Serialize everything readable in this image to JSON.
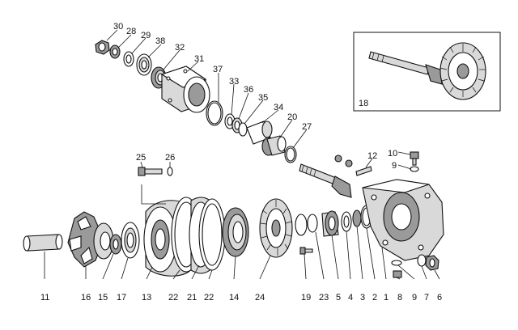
{
  "labels": {
    "l30": "30",
    "l28": "28",
    "l29": "29",
    "l38": "38",
    "l32": "32",
    "l31": "31",
    "l37": "37",
    "l33": "33",
    "l36": "36",
    "l35": "35",
    "l34": "34",
    "l20": "20",
    "l27": "27",
    "l12": "12",
    "l10": "10",
    "l9a": "9",
    "l18": "18",
    "l25": "25",
    "l26": "26",
    "l11": "11",
    "l16": "16",
    "l15": "15",
    "l17": "17",
    "l13": "13",
    "l22a": "22",
    "l21": "21",
    "l22b": "22",
    "l14": "14",
    "l24": "24",
    "l19": "19",
    "l23": "23",
    "l5": "5",
    "l4": "4",
    "l3": "3",
    "l2": "2",
    "l1": "1",
    "l8": "8",
    "l9b": "9",
    "l7": "7",
    "l6": "6"
  }
}
